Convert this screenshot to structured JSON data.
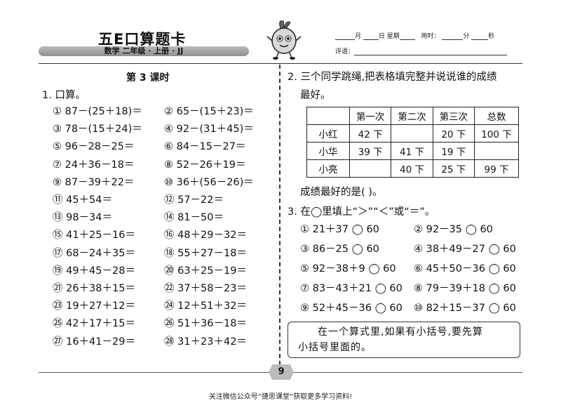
{
  "header": {
    "title": "五E口算题卡",
    "subtitle": "数学  二年级 · 上册 · JJ",
    "date_labels": {
      "month": "月",
      "day": "日",
      "weekday": "星期",
      "time_used": "用时：",
      "minute": "分",
      "second": "秒"
    },
    "comment_label": "评语："
  },
  "left": {
    "lesson": "第 3 课时",
    "q1_title": "1. 口算。",
    "problems": [
      [
        "① 87－(25＋18)＝",
        "② 65－(15＋23)＝"
      ],
      [
        "③ 78－(15＋24)＝",
        "④ 92－(31＋45)＝"
      ],
      [
        "⑤ 96－28－25＝",
        "⑥ 84－15－27＝"
      ],
      [
        "⑦ 24＋36－18＝",
        "⑧ 52－26＋19＝"
      ],
      [
        "⑨ 87－39＋22＝",
        "⑩ 36＋(56－26)＝"
      ],
      [
        "⑪ 45＋54＝",
        "⑫ 57－22＝"
      ],
      [
        "⑬ 98－34＝",
        "⑭ 81－50＝"
      ],
      [
        "⑮ 41＋25－16＝",
        "⑯ 48＋29－32＝"
      ],
      [
        "⑰ 68－24＋35＝",
        "⑱ 55＋27－18＝"
      ],
      [
        "⑲ 49＋45－28＝",
        "⑳ 63＋25－19＝"
      ],
      [
        "㉑ 26＋38＋15＝",
        "㉒ 37＋58－23＝"
      ],
      [
        "㉓ 19＋27＋12＝",
        "㉔ 12＋51＋32＝"
      ],
      [
        "㉕ 42＋17＋15＝",
        "㉖ 51＋36－18＝"
      ],
      [
        "㉗ 16＋41－29＝",
        "㉘ 31＋23＋42＝"
      ]
    ]
  },
  "right": {
    "q2_line1": "2. 三个同学跳绳,把表格填完整并说说谁的成绩",
    "q2_line2": "最好。",
    "table": {
      "headers": [
        "",
        "第一次",
        "第二次",
        "第三次",
        "总数"
      ],
      "rows": [
        [
          "小红",
          "42 下",
          "",
          "20 下",
          "100 下"
        ],
        [
          "小华",
          "39 下",
          "41 下",
          "19 下",
          ""
        ],
        [
          "小亮",
          "",
          "40 下",
          "25 下",
          "99 下"
        ]
      ]
    },
    "q2_answer": "成绩最好的是(        )。",
    "q3_title": "3. 在◯里填上“＞”“＜”或“＝”。",
    "compare": [
      [
        "① 21＋37 ◯ 60",
        "② 92－35 ◯ 60"
      ],
      [
        "③ 86－25 ◯ 60",
        "④ 38＋49－27 ◯ 60"
      ],
      [
        "⑤ 92－38＋9 ◯ 60",
        "⑥ 45＋50－36 ◯ 60"
      ],
      [
        "⑦ 83－43＋21 ◯ 60",
        "⑧ 79－39＋18 ◯ 60"
      ],
      [
        "⑨ 52＋45－36 ◯ 60",
        "⑩ 82＋15－37 ◯ 60"
      ]
    ],
    "tip_line1": "在一个算式里,如果有小括号,要先算",
    "tip_line2": "小括号里面的。"
  },
  "page_number": "9",
  "footer": "关注微信公众号“捷思课堂”获取更多学习资料!"
}
